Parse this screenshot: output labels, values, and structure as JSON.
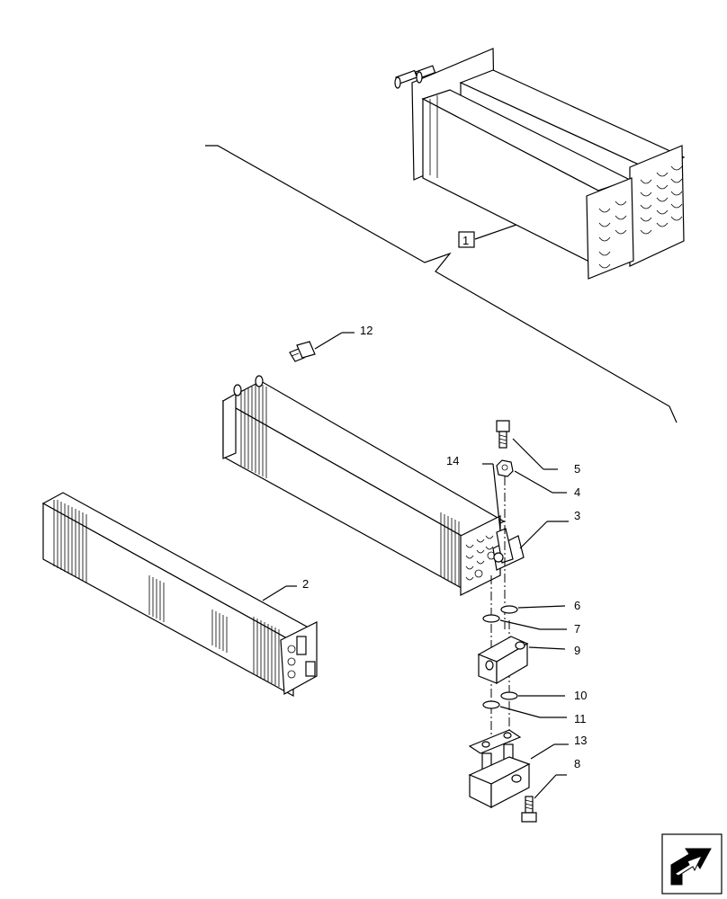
{
  "diagram": {
    "callouts": {
      "c1": "1",
      "c2": "2",
      "c3": "3",
      "c4": "4",
      "c5": "5",
      "c6": "6",
      "c7": "7",
      "c8": "8",
      "c9": "9",
      "c10": "10",
      "c11": "11",
      "c12": "12",
      "c13": "13",
      "c14": "14"
    },
    "nav_icon": "next-page-arrow-icon",
    "line_color": "#000000",
    "background": "#ffffff"
  }
}
